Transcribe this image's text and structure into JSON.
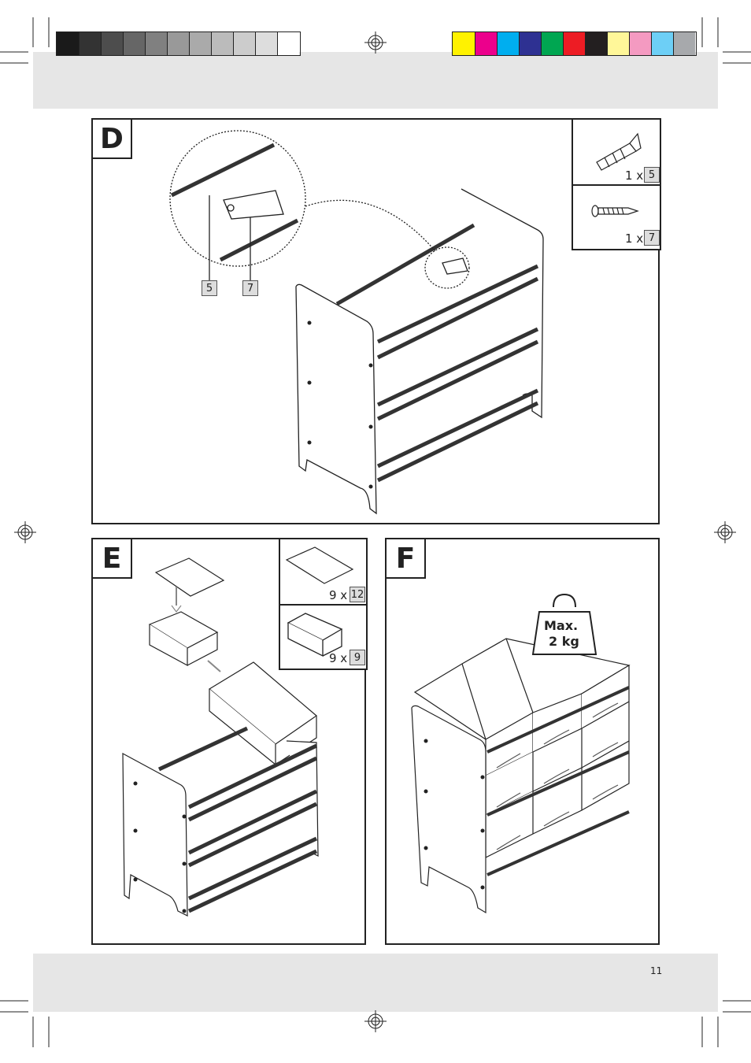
{
  "page": {
    "number": "11"
  },
  "color_bars": {
    "gray": [
      "#1a1a1a",
      "#333333",
      "#4d4d4d",
      "#666666",
      "#808080",
      "#999999",
      "#aaaaaa",
      "#bbbbbb",
      "#cccccc",
      "#dddddd",
      "#ffffff"
    ],
    "color": [
      "#fff200",
      "#ec008c",
      "#00aeef",
      "#2e3192",
      "#00a651",
      "#ed1c24",
      "#231f20",
      "#fff799",
      "#f49ac1",
      "#6dcff6",
      "#a7a9ac"
    ]
  },
  "steps": {
    "d": {
      "letter": "D",
      "parts": [
        {
          "qty": "1 x",
          "ref": "5",
          "icon": "wall-plug-icon"
        },
        {
          "qty": "1 x",
          "ref": "7",
          "icon": "screw-icon"
        }
      ],
      "callouts": [
        "5",
        "7"
      ]
    },
    "e": {
      "letter": "E",
      "parts": [
        {
          "qty": "9 x",
          "ref": "12",
          "icon": "base-board-icon"
        },
        {
          "qty": "9 x",
          "ref": "9",
          "icon": "fabric-box-icon"
        }
      ]
    },
    "f": {
      "letter": "F",
      "weight": {
        "line1": "Max.",
        "line2": "2 kg",
        "icon": "weight-icon"
      }
    }
  }
}
